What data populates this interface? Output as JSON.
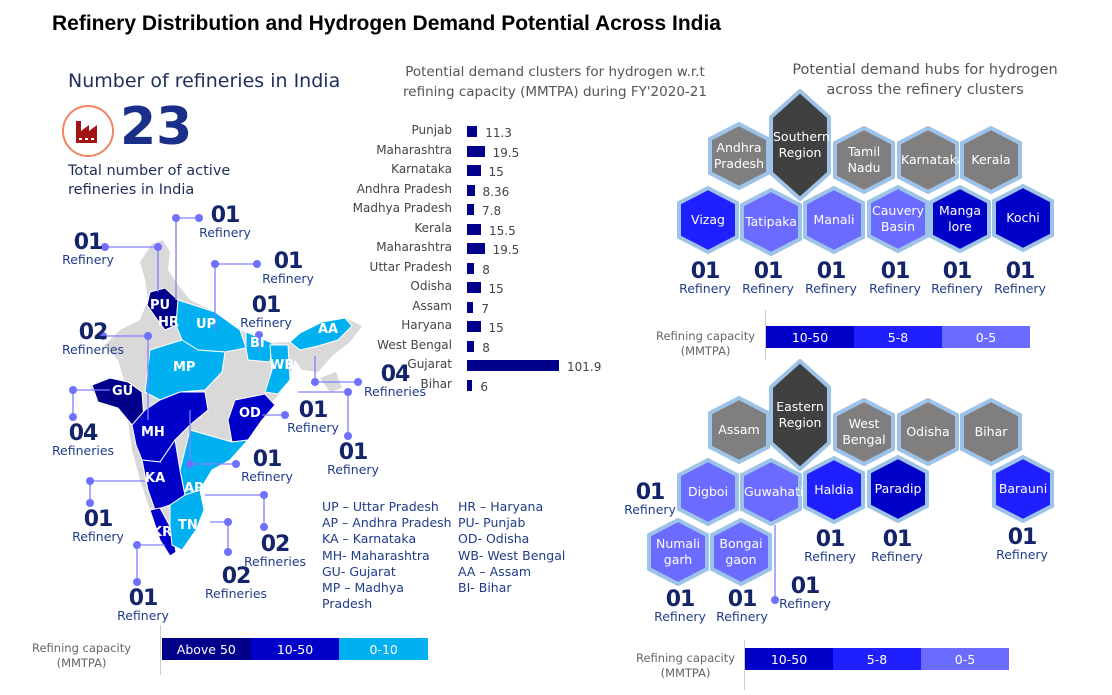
{
  "title": "Refinery Distribution and Hydrogen Demand Potential Across India",
  "left": {
    "heading": "Number of refineries in India",
    "total": "23",
    "total_caption_1": "Total number of active",
    "total_caption_2": "refineries in India",
    "icon": "factory-icon",
    "map_labels": [
      "PU",
      "HR",
      "UP",
      "BI",
      "AA",
      "GU",
      "MP",
      "WB",
      "MH",
      "OD",
      "KA",
      "AP",
      "TN",
      "KR"
    ],
    "callouts": [
      {
        "n": "01",
        "l": "Refinery"
      },
      {
        "n": "01",
        "l": "Refinery"
      },
      {
        "n": "01",
        "l": "Refinery"
      },
      {
        "n": "01",
        "l": "Refinery"
      },
      {
        "n": "02",
        "l": "Refineries"
      },
      {
        "n": "04",
        "l": "Refineries"
      },
      {
        "n": "04",
        "l": "Refineries"
      },
      {
        "n": "01",
        "l": "Refinery"
      },
      {
        "n": "01",
        "l": "Refinery"
      },
      {
        "n": "01",
        "l": "Refinery"
      },
      {
        "n": "01",
        "l": "Refinery"
      },
      {
        "n": "02",
        "l": "Refineries"
      },
      {
        "n": "02",
        "l": "Refineries"
      },
      {
        "n": "01",
        "l": "Refinery"
      }
    ],
    "abbr_col1": [
      "UP – Uttar Pradesh",
      "AP – Andhra Pradesh",
      "KA – Karnataka",
      "MH- Maharashtra",
      "GU- Gujarat",
      "MP – Madhya",
      "Pradesh"
    ],
    "abbr_col2": [
      "HR – Haryana",
      "PU- Punjab",
      "OD- Odisha",
      "WB- West Bengal",
      "AA – Assam",
      "BI- Bihar"
    ],
    "legend": {
      "label_1": "Refining capacity",
      "label_2": "(MMTPA)",
      "items": [
        {
          "label": "Above 50",
          "color": "#00008b"
        },
        {
          "label": "10-50",
          "color": "#0000c8"
        },
        {
          "label": "0-10",
          "color": "#00b0f0"
        }
      ]
    }
  },
  "chart_data": {
    "type": "bar",
    "title": "Potential demand clusters for hydrogen w.r.t refining capacity (MMTPA) during FY'2020-21",
    "title_1": "Potential demand clusters for hydrogen w.r.t",
    "title_2": "refining capacity (MMTPA) during FY'2020-21",
    "orientation": "horizontal",
    "categories": [
      "Punjab",
      "Maharashtra",
      "Karnataka",
      "Andhra Pradesh",
      "Madhya Pradesh",
      "Kerala",
      "Maharashtra",
      "Uttar Pradesh",
      "Odisha",
      "Assam",
      "Haryana",
      "West Bengal",
      "Gujarat",
      "Bihar"
    ],
    "values": [
      11.3,
      19.5,
      15,
      8.36,
      7.8,
      15.5,
      19.5,
      8,
      15,
      7,
      15,
      8,
      101.9,
      6
    ],
    "value_labels": [
      "11.3",
      "19.5",
      "15",
      "8.36",
      "7.8",
      "15.5",
      "19.5",
      "8",
      "15",
      "7",
      "15",
      "8",
      "101.9",
      "6"
    ],
    "color": "#00008b"
  },
  "right": {
    "heading_1": "Potential demand hubs for hydrogen",
    "heading_2": "across the refinery clusters",
    "southern": {
      "region": "Southern Region",
      "states": [
        "Andhra Pradesh",
        "Tamil Nadu",
        "Karnataka",
        "Kerala"
      ],
      "hubs": [
        {
          "name": "Vizag",
          "tier": "5-8"
        },
        {
          "name": "Tatipaka",
          "tier": "0-5"
        },
        {
          "name": "Manali",
          "tier": "0-5"
        },
        {
          "name": "Cauvery Basin",
          "tier": "0-5"
        },
        {
          "name": "Manga lore",
          "tier": "10-50"
        },
        {
          "name": "Kochi",
          "tier": "10-50"
        }
      ],
      "counts": [
        {
          "n": "01",
          "l": "Refinery"
        },
        {
          "n": "01",
          "l": "Refinery"
        },
        {
          "n": "01",
          "l": "Refinery"
        },
        {
          "n": "01",
          "l": "Refinery"
        },
        {
          "n": "01",
          "l": "Refinery"
        },
        {
          "n": "01",
          "l": "Refinery"
        }
      ]
    },
    "eastern": {
      "region": "Eastern Region",
      "states": [
        "Assam",
        "West Bengal",
        "Odisha",
        "Bihar"
      ],
      "hubs": [
        {
          "name": "Digboi",
          "tier": "0-5"
        },
        {
          "name": "Guwahati",
          "tier": "0-5"
        },
        {
          "name": "Haldia",
          "tier": "5-8"
        },
        {
          "name": "Paradip",
          "tier": "10-50"
        },
        {
          "name": "Barauni",
          "tier": "5-8"
        },
        {
          "name": "Numali garh",
          "tier": "0-5"
        },
        {
          "name": "Bongai gaon",
          "tier": "0-5"
        }
      ],
      "counts": [
        {
          "n": "01",
          "l": "Refinery"
        },
        {
          "n": "01",
          "l": "Refinery"
        },
        {
          "n": "01",
          "l": "Refinery"
        },
        {
          "n": "01",
          "l": "Refinery"
        },
        {
          "n": "01",
          "l": "Refinery"
        },
        {
          "n": "01",
          "l": "Refinery"
        },
        {
          "n": "01",
          "l": "Refinery"
        }
      ]
    },
    "legend": {
      "label_1": "Refining capacity",
      "label_2": "(MMTPA)",
      "items": [
        {
          "label": "10-50",
          "color": "#0000c8"
        },
        {
          "label": "5-8",
          "color": "#1f1fff"
        },
        {
          "label": "0-5",
          "color": "#6b6bff"
        }
      ]
    },
    "colors": {
      "state": "#7f7f7f",
      "region": "#404040",
      "border": "#9dc3e6"
    }
  }
}
